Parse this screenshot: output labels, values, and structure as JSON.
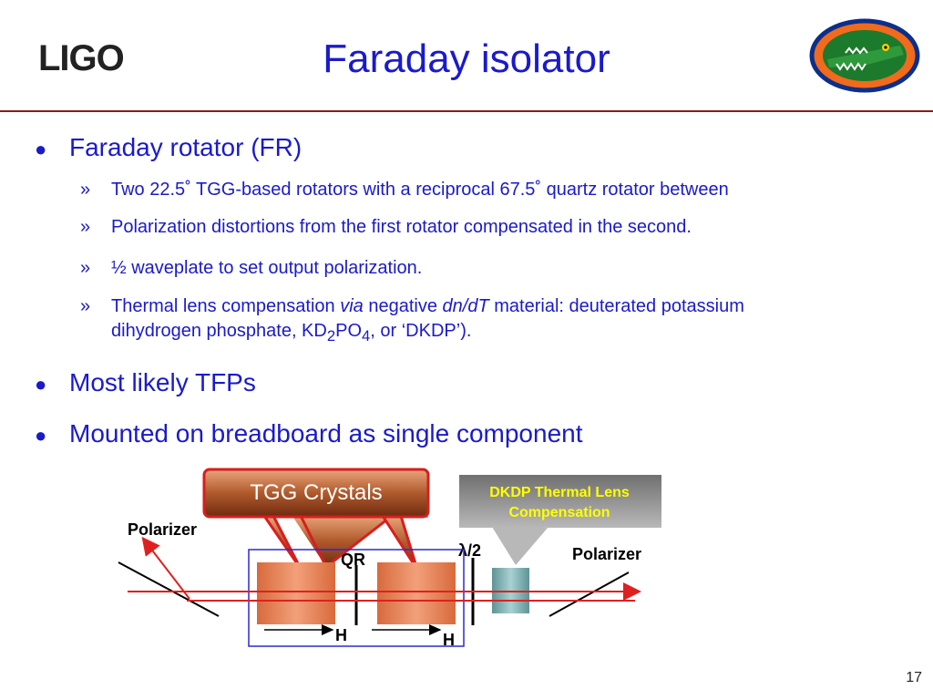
{
  "header": {
    "logo_text": "LIGO",
    "title": "Faraday isolator",
    "emblem": "gator-emblem-icon"
  },
  "bullets": [
    {
      "text": "Faraday rotator (FR)",
      "subs": [
        "Two 22.5˚ TGG-based rotators with a reciprocal 67.5˚ quartz rotator between",
        "Polarization distortions from the first rotator compensated in the second.",
        "½ waveplate to set output polarization."
      ],
      "thermal": {
        "p1": "Thermal lens compensation ",
        "via": "via",
        "p2": " negative ",
        "dndt": "dn/dT",
        "p3": " material: deuterated potassium dihydrogen phosphate, KD",
        "sub1": "2",
        "p4": "PO",
        "sub2": "4",
        "p5": ", or ‘DKDP’)."
      }
    },
    {
      "text": "Most likely TFPs"
    },
    {
      "text": "Mounted on breadboard as single component"
    }
  ],
  "diagram": {
    "tgg_callout": "TGG Crystals",
    "dkdp_line1": "DKDP Thermal Lens",
    "dkdp_line2": "Compensation",
    "polarizer_left": "Polarizer",
    "polarizer_right": "Polarizer",
    "qr_label": "QR",
    "halfwave_label": "λ/2",
    "h_label_1": "H",
    "h_label_2": "H"
  },
  "bullet_marker": "●",
  "sub_marker": "»",
  "page_number": "17"
}
